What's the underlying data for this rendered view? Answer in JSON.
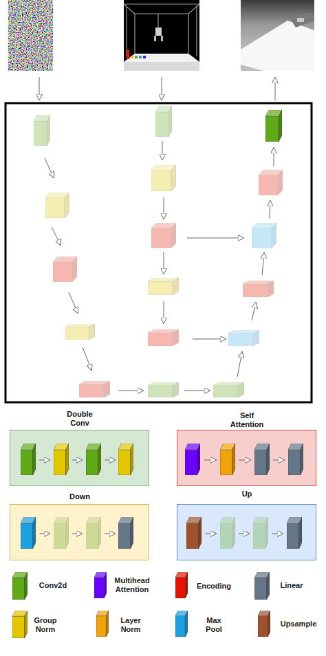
{
  "diagram": {
    "nodes": [
      {
        "text": [
          "Double Conv"
        ]
      },
      {
        "text": [
          "Self Attention"
        ]
      },
      {
        "text": [
          "Down"
        ]
      },
      {
        "text": [
          "Up"
        ]
      }
    ],
    "legend": [
      {
        "text": "Conv2d",
        "color": "#60a917"
      },
      {
        "text": "Multihead Attention",
        "color": "#6a00ff"
      },
      {
        "text": "Encoding",
        "color": "#e51400"
      },
      {
        "text": "Linear",
        "color": "#647687"
      },
      {
        "text": "Group Norm",
        "color": "#e3c800"
      },
      {
        "text": "Layer Norm",
        "color": "#f0a30a"
      },
      {
        "text": "Max Pool",
        "color": "#1ba1e2"
      },
      {
        "text": "Upsample",
        "color": "#a0522d"
      }
    ]
  }
}
